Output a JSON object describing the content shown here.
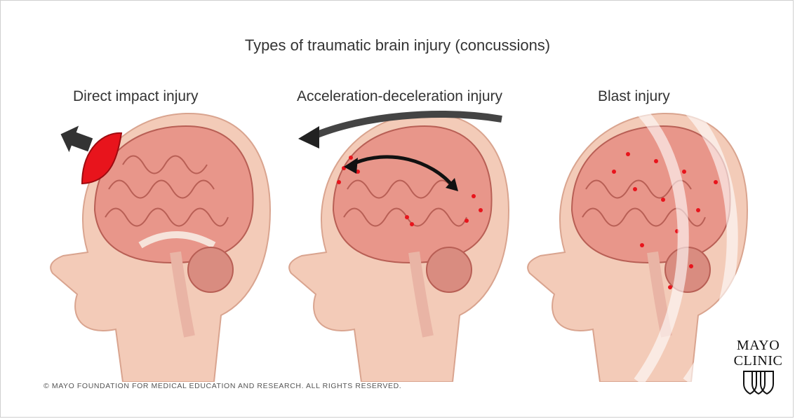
{
  "title": "Types of traumatic brain injury (concussions)",
  "panels": [
    {
      "label": "Direct impact injury"
    },
    {
      "label": "Acceleration-deceleration injury"
    },
    {
      "label": "Blast injury"
    }
  ],
  "copyright": "© MAYO FOUNDATION FOR MEDICAL EDUCATION AND RESEARCH. ALL RIGHTS RESERVED.",
  "logo": {
    "line1": "MAYO",
    "line2": "CLINIC",
    "icon": "mayo-shields-icon"
  },
  "colors": {
    "skin": "#f3cbb8",
    "skin_shadow": "#d9a48f",
    "brain": "#e8968a",
    "brain_fold": "#b85f55",
    "injury_red": "#e8141c",
    "arrow": "#222222"
  }
}
